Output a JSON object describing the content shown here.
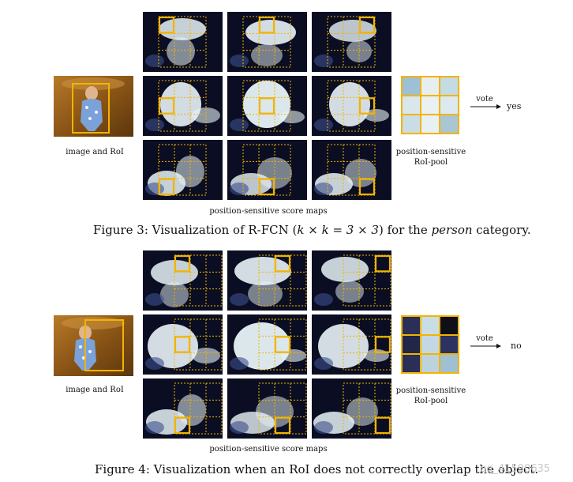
{
  "figures": [
    {
      "label_image": "image and RoI",
      "label_maps": "position-sensitive score maps",
      "label_pool": "position-sensitive\nRoI-pool",
      "vote_label": "vote",
      "result": "yes",
      "caption_prefix": "Figure 3: Visualization of R-FCN (",
      "caption_math": "k × k = 3 × 3",
      "caption_mid": ") for the ",
      "caption_em": "person",
      "caption_suffix": " category.",
      "pool_colors": [
        "#9cc0d4",
        "#e6eef0",
        "#c5dbe3",
        "#d7e7ec",
        "#e9f1f3",
        "#dce9ee",
        "#c9dde6",
        "#e7f0f2",
        "#aac6d3"
      ]
    },
    {
      "label_image": "image and RoI",
      "label_maps": "position-sensitive score maps",
      "label_pool": "position-sensitive\nRoI-pool",
      "vote_label": "vote",
      "result": "no",
      "caption_text": "Figure 4: Visualization when an RoI does not correctly overlap the object.",
      "pool_colors": [
        "#2a2f58",
        "#c9dde6",
        "#0e0f17",
        "#22274a",
        "#c3d8e2",
        "#2c3360",
        "#2a2f58",
        "#bcd3de",
        "#9fc0d1"
      ]
    }
  ],
  "watermark": "qq_41590635",
  "colors": {
    "accent": "#f2b400",
    "map_dark": "#0b0e22",
    "map_light": "#e8f3f7"
  }
}
